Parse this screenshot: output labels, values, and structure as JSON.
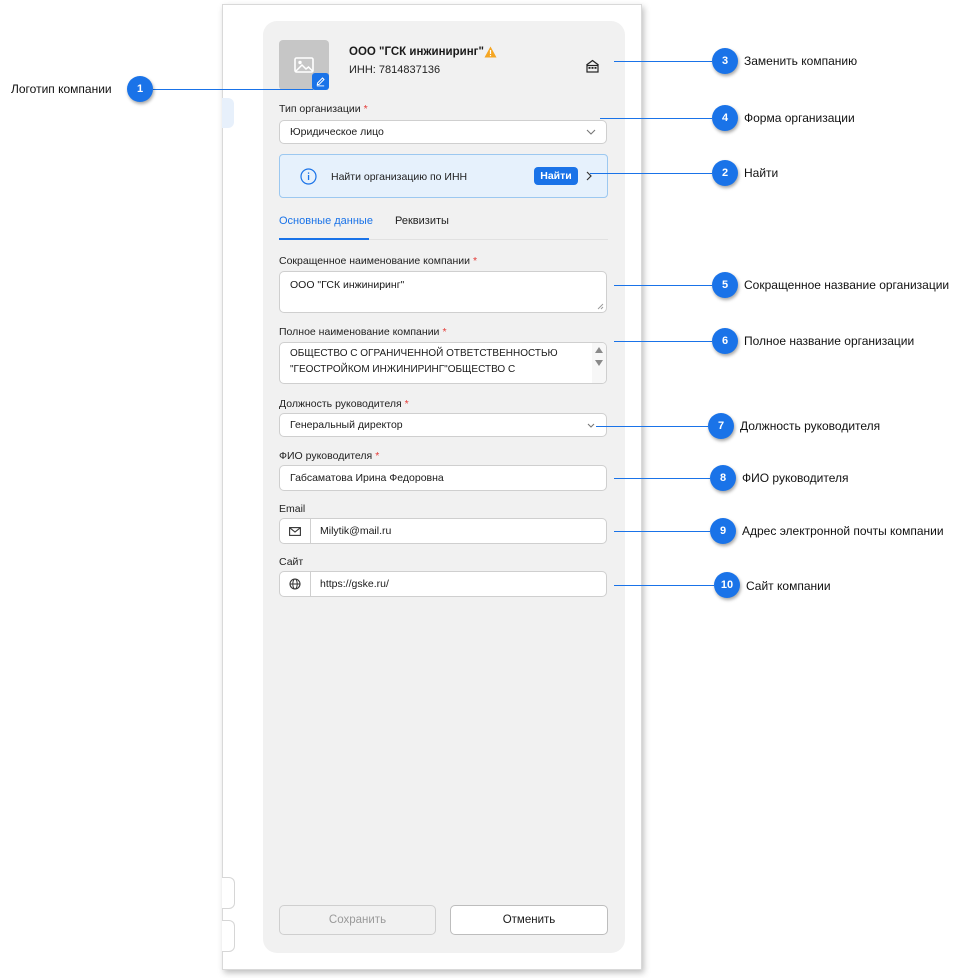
{
  "company": {
    "name": "ООО \"ГСК инжиниринг\"",
    "inn": "ИНН: 7814837136"
  },
  "form": {
    "org_type_label": "Тип организации",
    "org_type_value": "Юридическое лицо",
    "info_text": "Найти организацию по ИНН",
    "find_button": "Найти",
    "tabs": [
      {
        "label": "Основные данные",
        "active": true
      },
      {
        "label": "Реквизиты",
        "active": false
      }
    ],
    "short_name_label": "Сокращенное наименование компании",
    "short_name_value": "ООО \"ГСК инжиниринг\"",
    "full_name_label": "Полное наименование компании",
    "full_name_line1": "ОБЩЕСТВО С ОГРАНИЧЕННОЙ ОТВЕТСТВЕННОСТЬЮ",
    "full_name_line2": "\"ГЕОСТРОЙКОМ ИНЖИНИРИНГ\"ОБЩЕСТВО С",
    "position_label": "Должность руководителя",
    "position_value": "Генеральный директор",
    "director_label": "ФИО руководителя",
    "director_value": "Габсаматова Ирина Федоровна",
    "email_label": "Email",
    "email_value": "Milytik@mail.ru",
    "site_label": "Сайт",
    "site_value": "https://gske.ru/",
    "required_mark": "*",
    "save_button": "Сохранить",
    "cancel_button": "Отменить"
  },
  "callouts": [
    {
      "num": "1",
      "text": "Логотип компании"
    },
    {
      "num": "2",
      "text": "Найти"
    },
    {
      "num": "3",
      "text": "Заменить компанию"
    },
    {
      "num": "4",
      "text": "Форма организации"
    },
    {
      "num": "5",
      "text": "Сокращенное название организации"
    },
    {
      "num": "6",
      "text": "Полное  название организации"
    },
    {
      "num": "7",
      "text": "Должность руководителя"
    },
    {
      "num": "8",
      "text": "ФИО руководителя"
    },
    {
      "num": "9",
      "text": "Адрес электронной почты компании"
    },
    {
      "num": "10",
      "text": "Сайт компании"
    }
  ],
  "colors": {
    "accent": "#1a73e8",
    "required": "#e53935",
    "warning": "#f5a623",
    "panel": "#f1f1f1"
  },
  "icons": [
    "image-icon",
    "edit-icon",
    "warning-icon",
    "swap-company-icon",
    "chevron-down-icon",
    "info-icon",
    "chevron-right-icon",
    "mail-icon",
    "globe-icon"
  ]
}
